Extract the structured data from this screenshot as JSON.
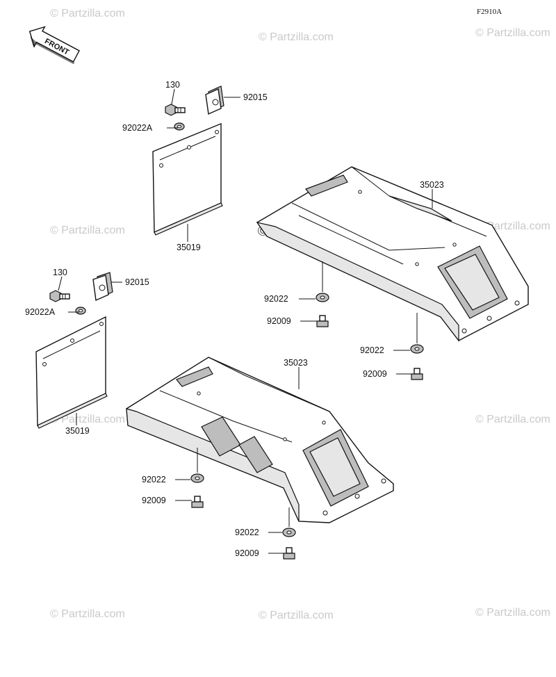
{
  "diagram_code": "F2910A",
  "front_arrow_label": "FRONT",
  "watermark_text": "© Partzilla.com",
  "parts": {
    "bolt_upper": "130",
    "clip_upper": "92015",
    "washer_upper": "92022A",
    "flap_upper": "35019",
    "bolt_lower": "130",
    "clip_lower": "92015",
    "washer_lower": "92022A",
    "flap_lower": "35019",
    "guard_upper": "35023",
    "guard_upper_washer_a": "92022",
    "guard_upper_bolt_a": "92009",
    "guard_upper_washer_b": "92022",
    "guard_upper_bolt_b": "92009",
    "guard_lower": "35023",
    "guard_lower_washer_a": "92022",
    "guard_lower_bolt_a": "92009",
    "guard_lower_washer_b": "92022",
    "guard_lower_bolt_b": "92009"
  }
}
